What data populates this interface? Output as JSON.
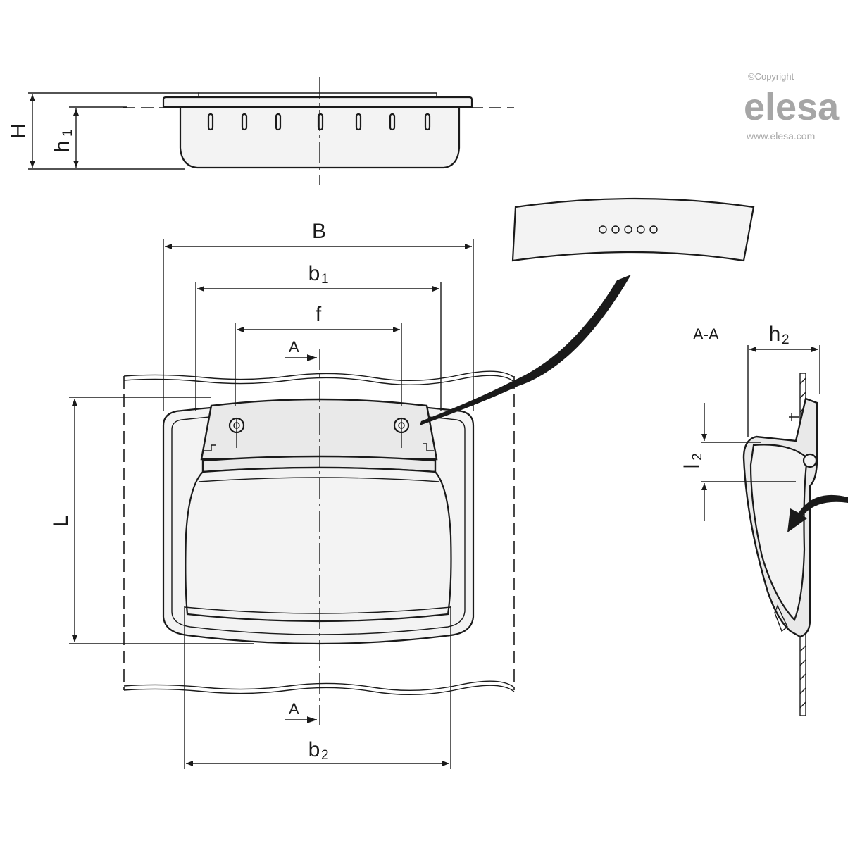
{
  "copyright": {
    "text": "©Copyright",
    "logo": "elesa",
    "url": "www.elesa.com",
    "color": "#a6a6a6"
  },
  "dimensions": {
    "H": "H",
    "h1_main": "h",
    "h1_sub": "1",
    "B": "B",
    "b1_main": "b",
    "b1_sub": "1",
    "f": "f",
    "L": "L",
    "b2_main": "b",
    "b2_sub": "2",
    "h2_main": "h",
    "h2_sub": "2",
    "l2_main": "l",
    "l2_sub": "2"
  },
  "section": {
    "marker_top": "A",
    "marker_bottom": "A",
    "title": "A-A"
  },
  "colors": {
    "line": "#1a1a1a",
    "part_fill": "#e9e9e9",
    "background": "#ffffff"
  }
}
